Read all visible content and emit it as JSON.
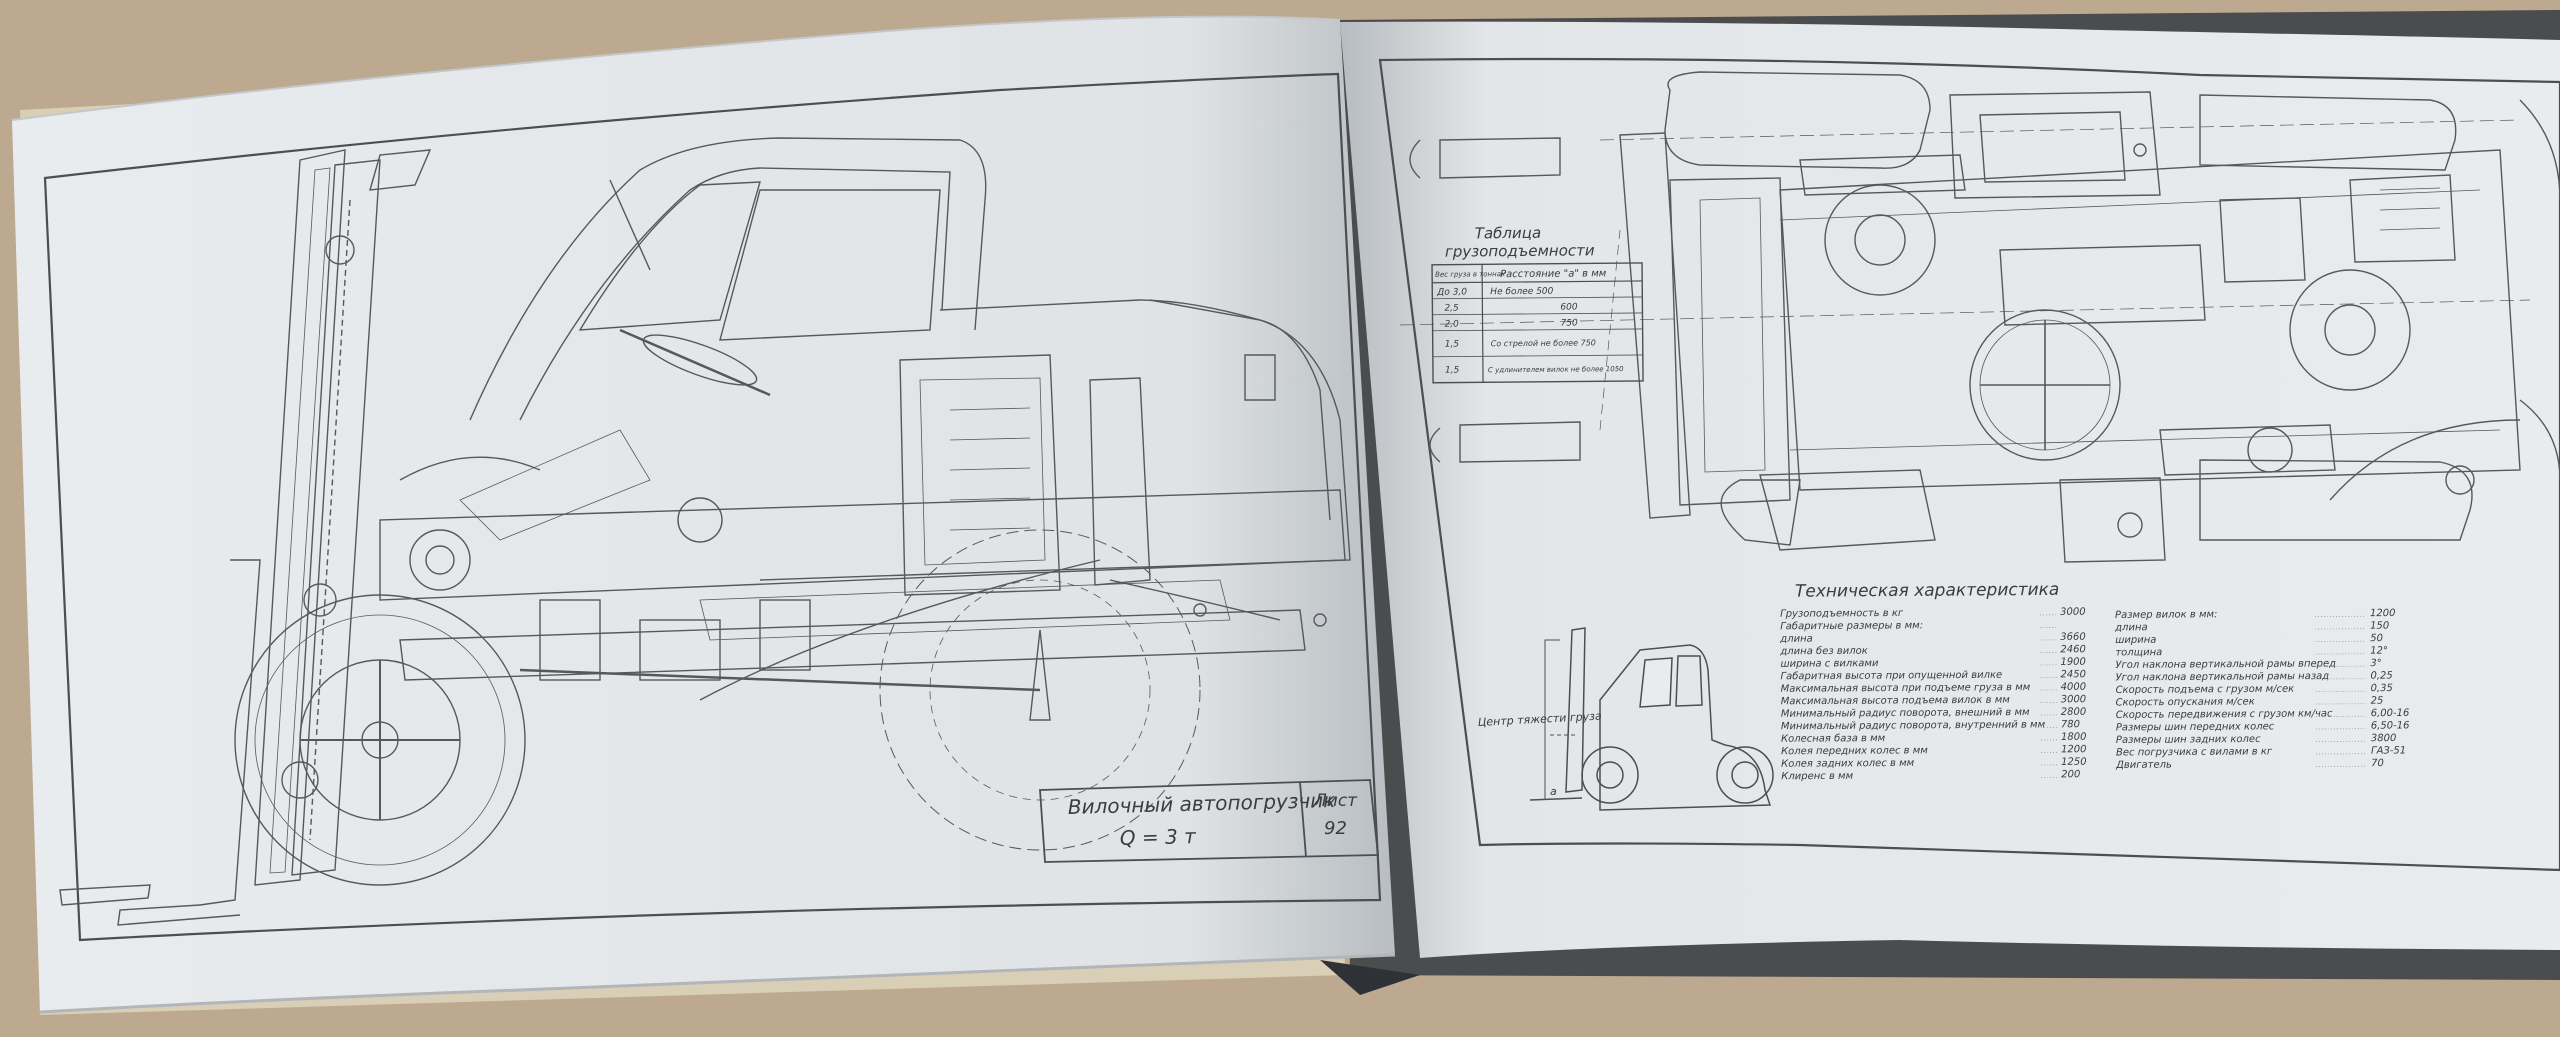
{
  "colors": {
    "table_bg": "#bda98f",
    "paper": "#e9ecee",
    "paper_shadow": "#cfd3d6",
    "ink": "#55595d",
    "ink_light": "#8b9094",
    "frame": "#4b4f53"
  },
  "left_page": {
    "title_block": {
      "title": "Вилочный автопогрузчик",
      "capacity": "Q = 3 т",
      "sheet_label": "Лист",
      "sheet_number": "92"
    }
  },
  "right_page": {
    "load_table": {
      "title_line1": "Таблица",
      "title_line2": "грузоподъемности",
      "col_weight": "Вес груза в тоннах",
      "col_distance": "Расстояние \"a\" в мм",
      "rows": [
        {
          "weight": "До 3,0",
          "distance": "Не более 500"
        },
        {
          "weight": "2,5",
          "distance": "600"
        },
        {
          "weight": "2,0",
          "distance": "750"
        },
        {
          "weight": "1,5",
          "distance": "Со стрелой не более 750"
        },
        {
          "weight": "1,5",
          "distance": "С удлинителем вилок не более 1050"
        }
      ]
    },
    "specs": {
      "title": "Техническая характеристика",
      "left": [
        {
          "label": "Грузоподъемность в кг",
          "value": "3000"
        },
        {
          "label": "Габаритные размеры в мм:",
          "value": ""
        },
        {
          "label": "длина",
          "value": "3660"
        },
        {
          "label": "длина без вилок",
          "value": "2460"
        },
        {
          "label": "ширина с вилками",
          "value": "1900"
        },
        {
          "label": "Габаритная высота при опущенной вилке",
          "value": "2450"
        },
        {
          "label": "Максимальная высота при подъеме груза в мм",
          "value": "4000"
        },
        {
          "label": "Максимальная высота подъема вилок в мм",
          "value": "3000"
        },
        {
          "label": "Минимальный радиус поворота, внешний в мм",
          "value": "2800"
        },
        {
          "label": "Минимальный радиус поворота, внутренний в мм",
          "value": "780"
        },
        {
          "label": "Колесная база в мм",
          "value": "1800"
        },
        {
          "label": "Колея передних колес в мм",
          "value": "1200"
        },
        {
          "label": "Колея задних колес в мм",
          "value": "1250"
        },
        {
          "label": "Клиренс в мм",
          "value": "200"
        }
      ],
      "right": [
        {
          "label": "Размер вилок в мм:",
          "value": "1200"
        },
        {
          "label": "длина",
          "value": "150"
        },
        {
          "label": "ширина",
          "value": "50"
        },
        {
          "label": "толщина",
          "value": "12°"
        },
        {
          "label": "Угол наклона вертикальной рамы вперед",
          "value": "3°"
        },
        {
          "label": "Угол наклона вертикальной рамы назад",
          "value": "0,25"
        },
        {
          "label": "Скорость подъема с грузом м/сек",
          "value": "0,35"
        },
        {
          "label": "Скорость опускания м/сек",
          "value": "25"
        },
        {
          "label": "Скорость передвижения с грузом км/час",
          "value": "6,00-16"
        },
        {
          "label": "Размеры шин передних колес",
          "value": "6,50-16"
        },
        {
          "label": "Размеры шин задних колес",
          "value": "3800"
        },
        {
          "label": "Вес погрузчика с вилами в кг",
          "value": "ГАЗ-51"
        },
        {
          "label": "Двигатель",
          "value": "70"
        }
      ]
    },
    "center_of_gravity_label": "Центр тяжести груза",
    "dimension_a": "a"
  }
}
